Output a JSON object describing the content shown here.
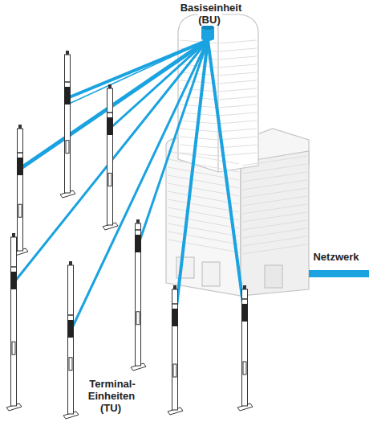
{
  "diagram": {
    "labels": [
      "Basiseinheit (BU)",
      "Netzwerk",
      "Terminal- Einheiten (TU)"
    ]
  }
}
